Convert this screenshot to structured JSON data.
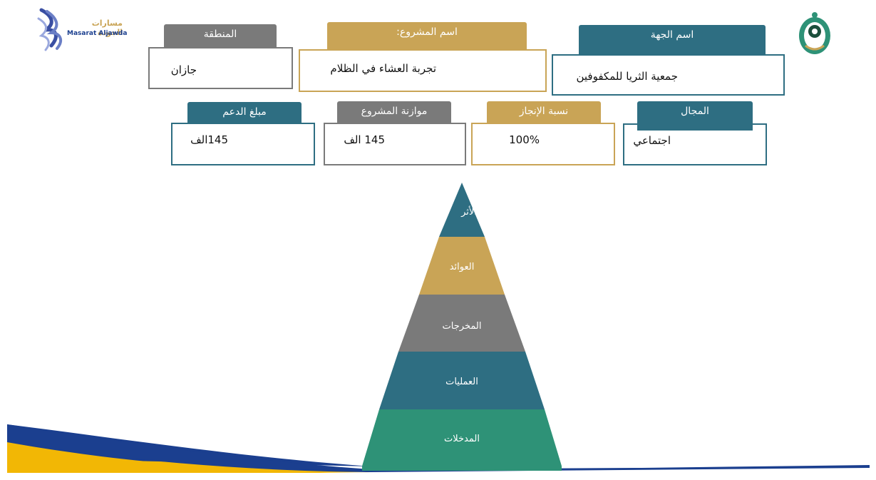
{
  "brand": {
    "logo_ar": "مسارات الجودة",
    "logo_en": "Masarat Aljawda"
  },
  "fields": {
    "region": {
      "label": "المنطقة",
      "value": "جازان"
    },
    "project_name": {
      "label": "اسم المشروع:",
      "value": "تجربة العشاء في الظلام"
    },
    "entity_name": {
      "label": "اسم الجهة",
      "value": "جمعية الثريا للمكفوفين"
    },
    "support_amount": {
      "label": "مبلغ الدعم",
      "value": "145الف"
    },
    "project_budget": {
      "label": "موازنة المشروع",
      "value": "145 الف"
    },
    "completion": {
      "label": "نسبة الإنجاز",
      "value": "100%"
    },
    "domain": {
      "label": "المجال",
      "value": "اجتماعي"
    }
  },
  "pyramid": {
    "levels": [
      {
        "label": "الأثر",
        "color": "#2e6e82"
      },
      {
        "label": "العوائد",
        "color": "#c9a456"
      },
      {
        "label": "المخرجات",
        "color": "#7a7a7a"
      },
      {
        "label": "العمليات",
        "color": "#2e6e82"
      },
      {
        "label": "المدخلات",
        "color": "#2e9277"
      }
    ]
  },
  "colors": {
    "teal": "#2e6e82",
    "gold": "#c9a456",
    "grey": "#7a7a7a",
    "green": "#2e9277",
    "navy": "#1b3f8f",
    "yellow": "#f2b705"
  }
}
